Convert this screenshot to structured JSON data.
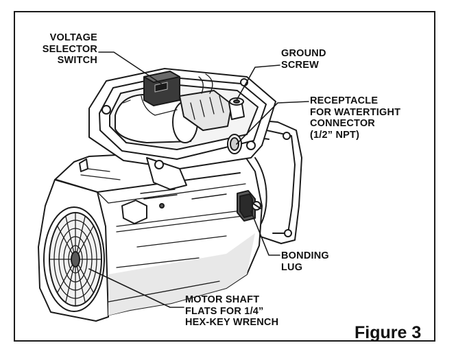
{
  "labels": {
    "voltage_selector": [
      "VOLTAGE",
      "SELECTOR",
      "SWITCH"
    ],
    "ground_screw": [
      "GROUND",
      "SCREW"
    ],
    "receptacle": [
      "RECEPTACLE",
      "FOR WATERTIGHT",
      "CONNECTOR",
      "(1/2” NPT)"
    ],
    "bonding_lug": [
      "BONDING",
      "LUG"
    ],
    "motor_shaft": [
      "MOTOR SHAFT",
      "FLATS FOR 1/4”",
      "HEX-KEY WRENCH"
    ]
  },
  "caption": "Figure 3",
  "colors": {
    "line": "#1a1a1a",
    "metal": "#ffffff",
    "shade": "#cfcfcf",
    "dark": "#5a5a5a"
  }
}
